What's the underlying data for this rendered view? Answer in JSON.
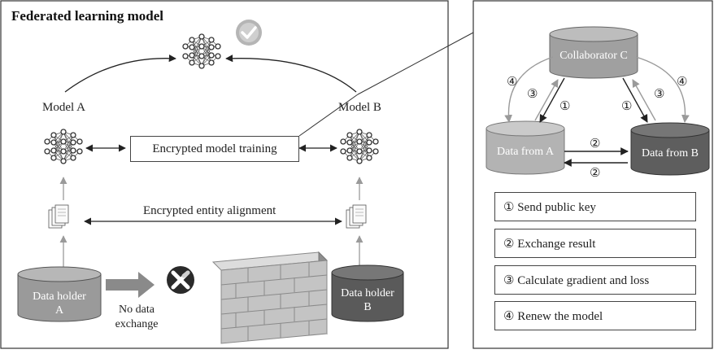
{
  "title": "Federated learning model",
  "left_panel": {
    "model_a": "Model A",
    "model_b": "Model B",
    "encrypted_training": "Encrypted model training",
    "entity_alignment": "Encrypted entity alignment",
    "holder_a_line1": "Data holder",
    "holder_a_line2": "A",
    "holder_b_line1": "Data holder",
    "holder_b_line2": "B",
    "no_data_line1": "No data",
    "no_data_line2": "exchange"
  },
  "right_panel": {
    "collaborator": "Collaborator C",
    "data_a": "Data from A",
    "data_b": "Data from B",
    "step_labels": [
      "①",
      "②",
      "③",
      "④"
    ],
    "legend": [
      "① Send public key",
      "② Exchange result",
      "③ Calculate gradient and loss",
      "④ Renew the model"
    ]
  },
  "colors": {
    "holder_a": "#9a9a9a",
    "holder_b": "#5a5a5a",
    "collaborator": "#a0a0a0",
    "data_a": "#b3b3b3",
    "data_b": "#5e5e5e",
    "brick": "#b8b8b8",
    "arrow_gray": "#9a9a9a"
  }
}
